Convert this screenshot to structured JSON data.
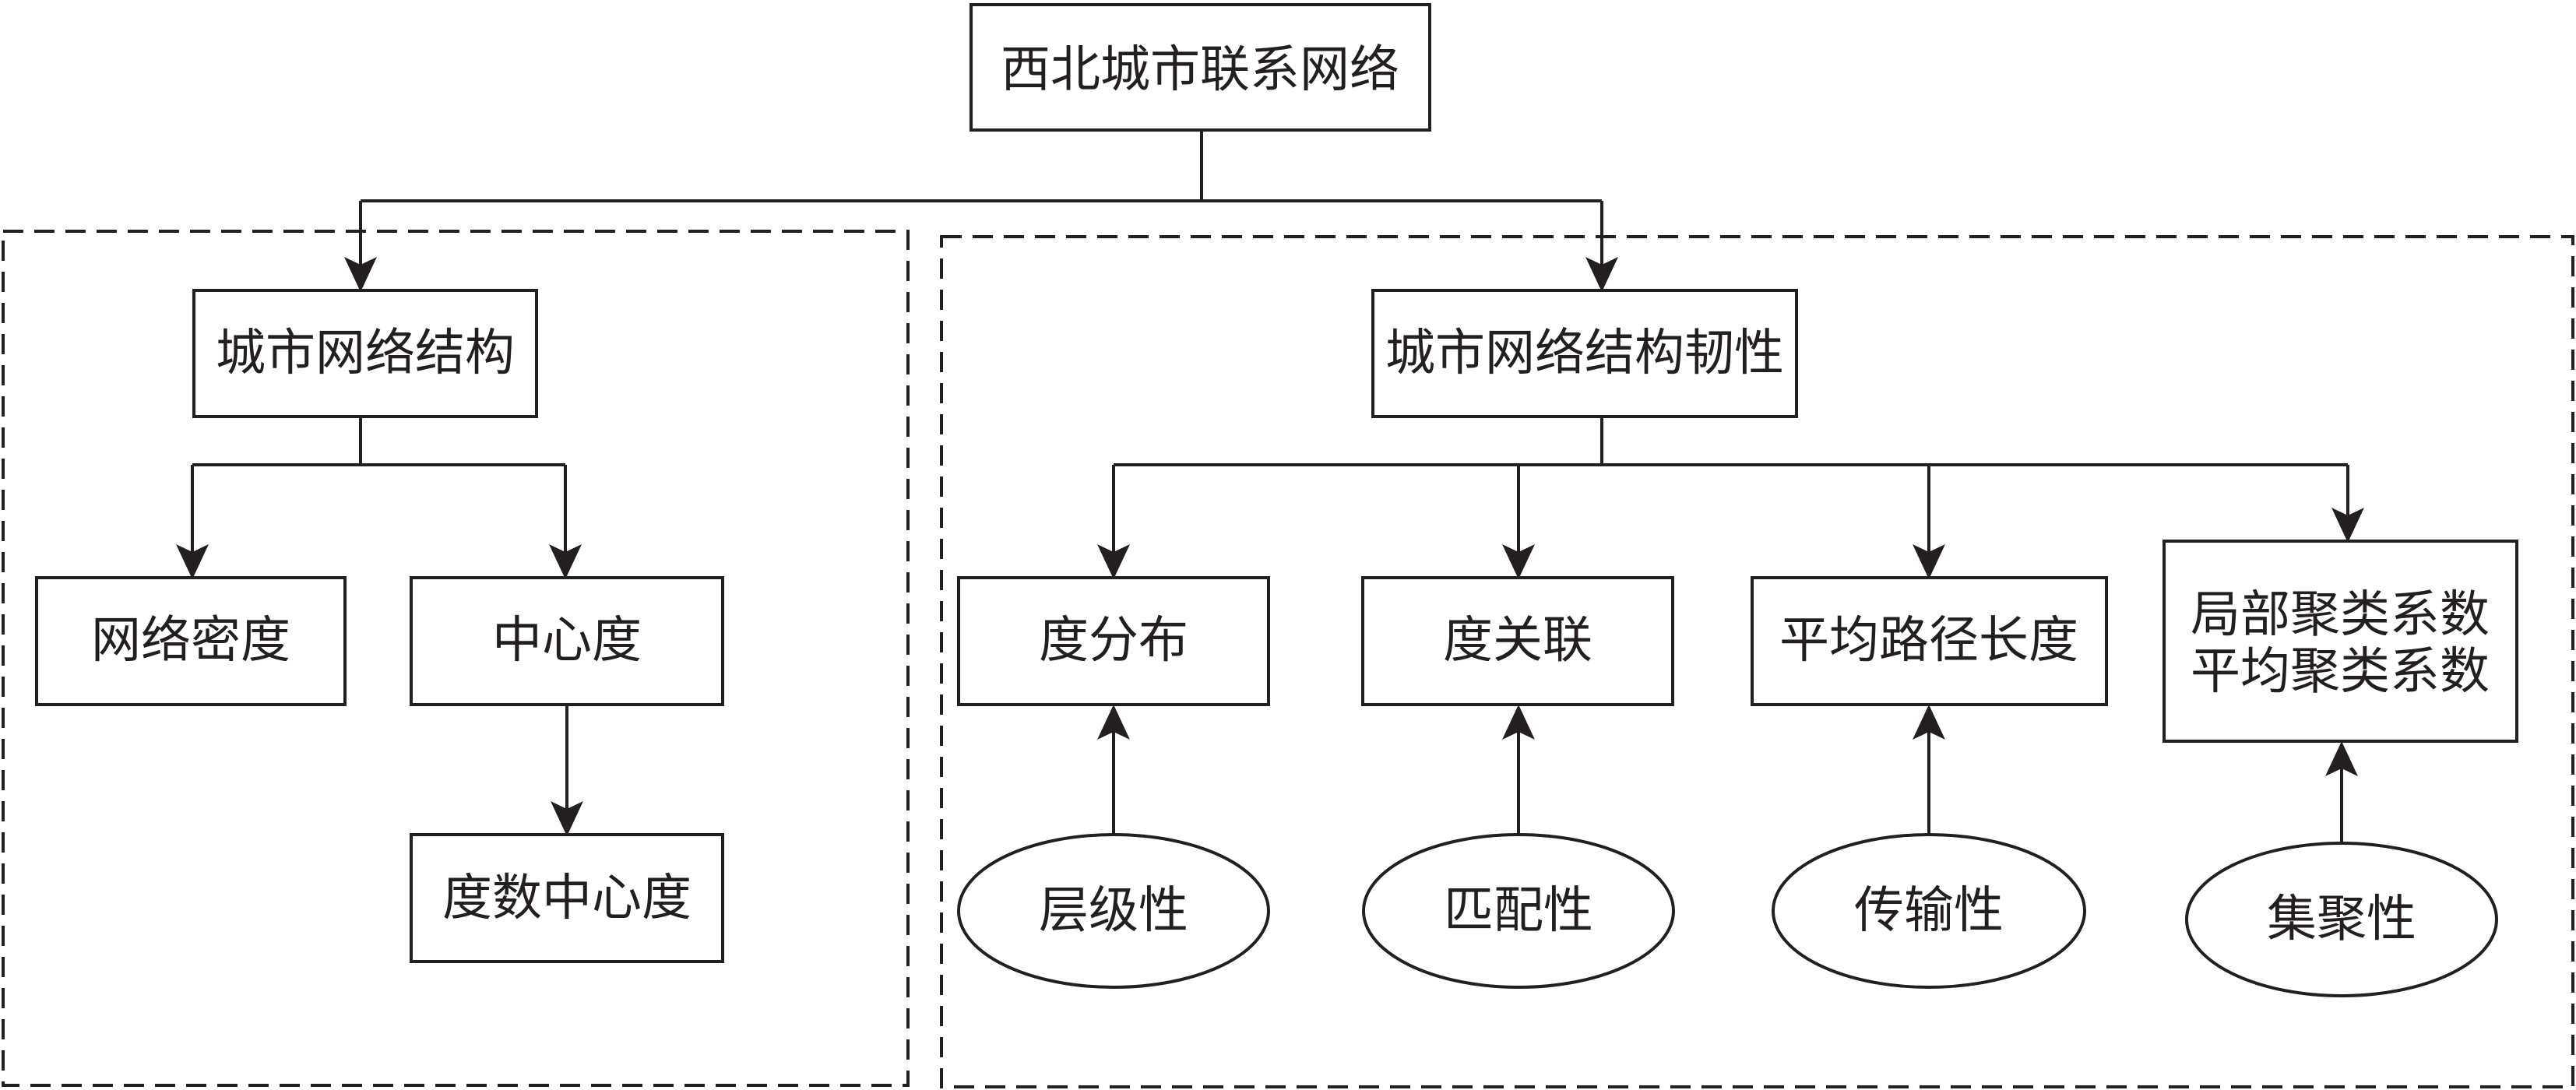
{
  "root": {
    "label": "西北城市联系网络"
  },
  "left_group": {
    "head": "城市网络结构",
    "density": "网络密度",
    "centrality": "中心度",
    "degree_centrality": "度数中心度"
  },
  "right_group": {
    "head": "城市网络结构韧性",
    "metrics": [
      {
        "label": "度分布",
        "property": "层级性"
      },
      {
        "label": "度关联",
        "property": "匹配性"
      },
      {
        "label": "平均路径长度",
        "property": "传输性"
      },
      {
        "label_line1": "局部聚类系数",
        "label_line2": "平均聚类系数",
        "property": "集聚性"
      }
    ]
  }
}
